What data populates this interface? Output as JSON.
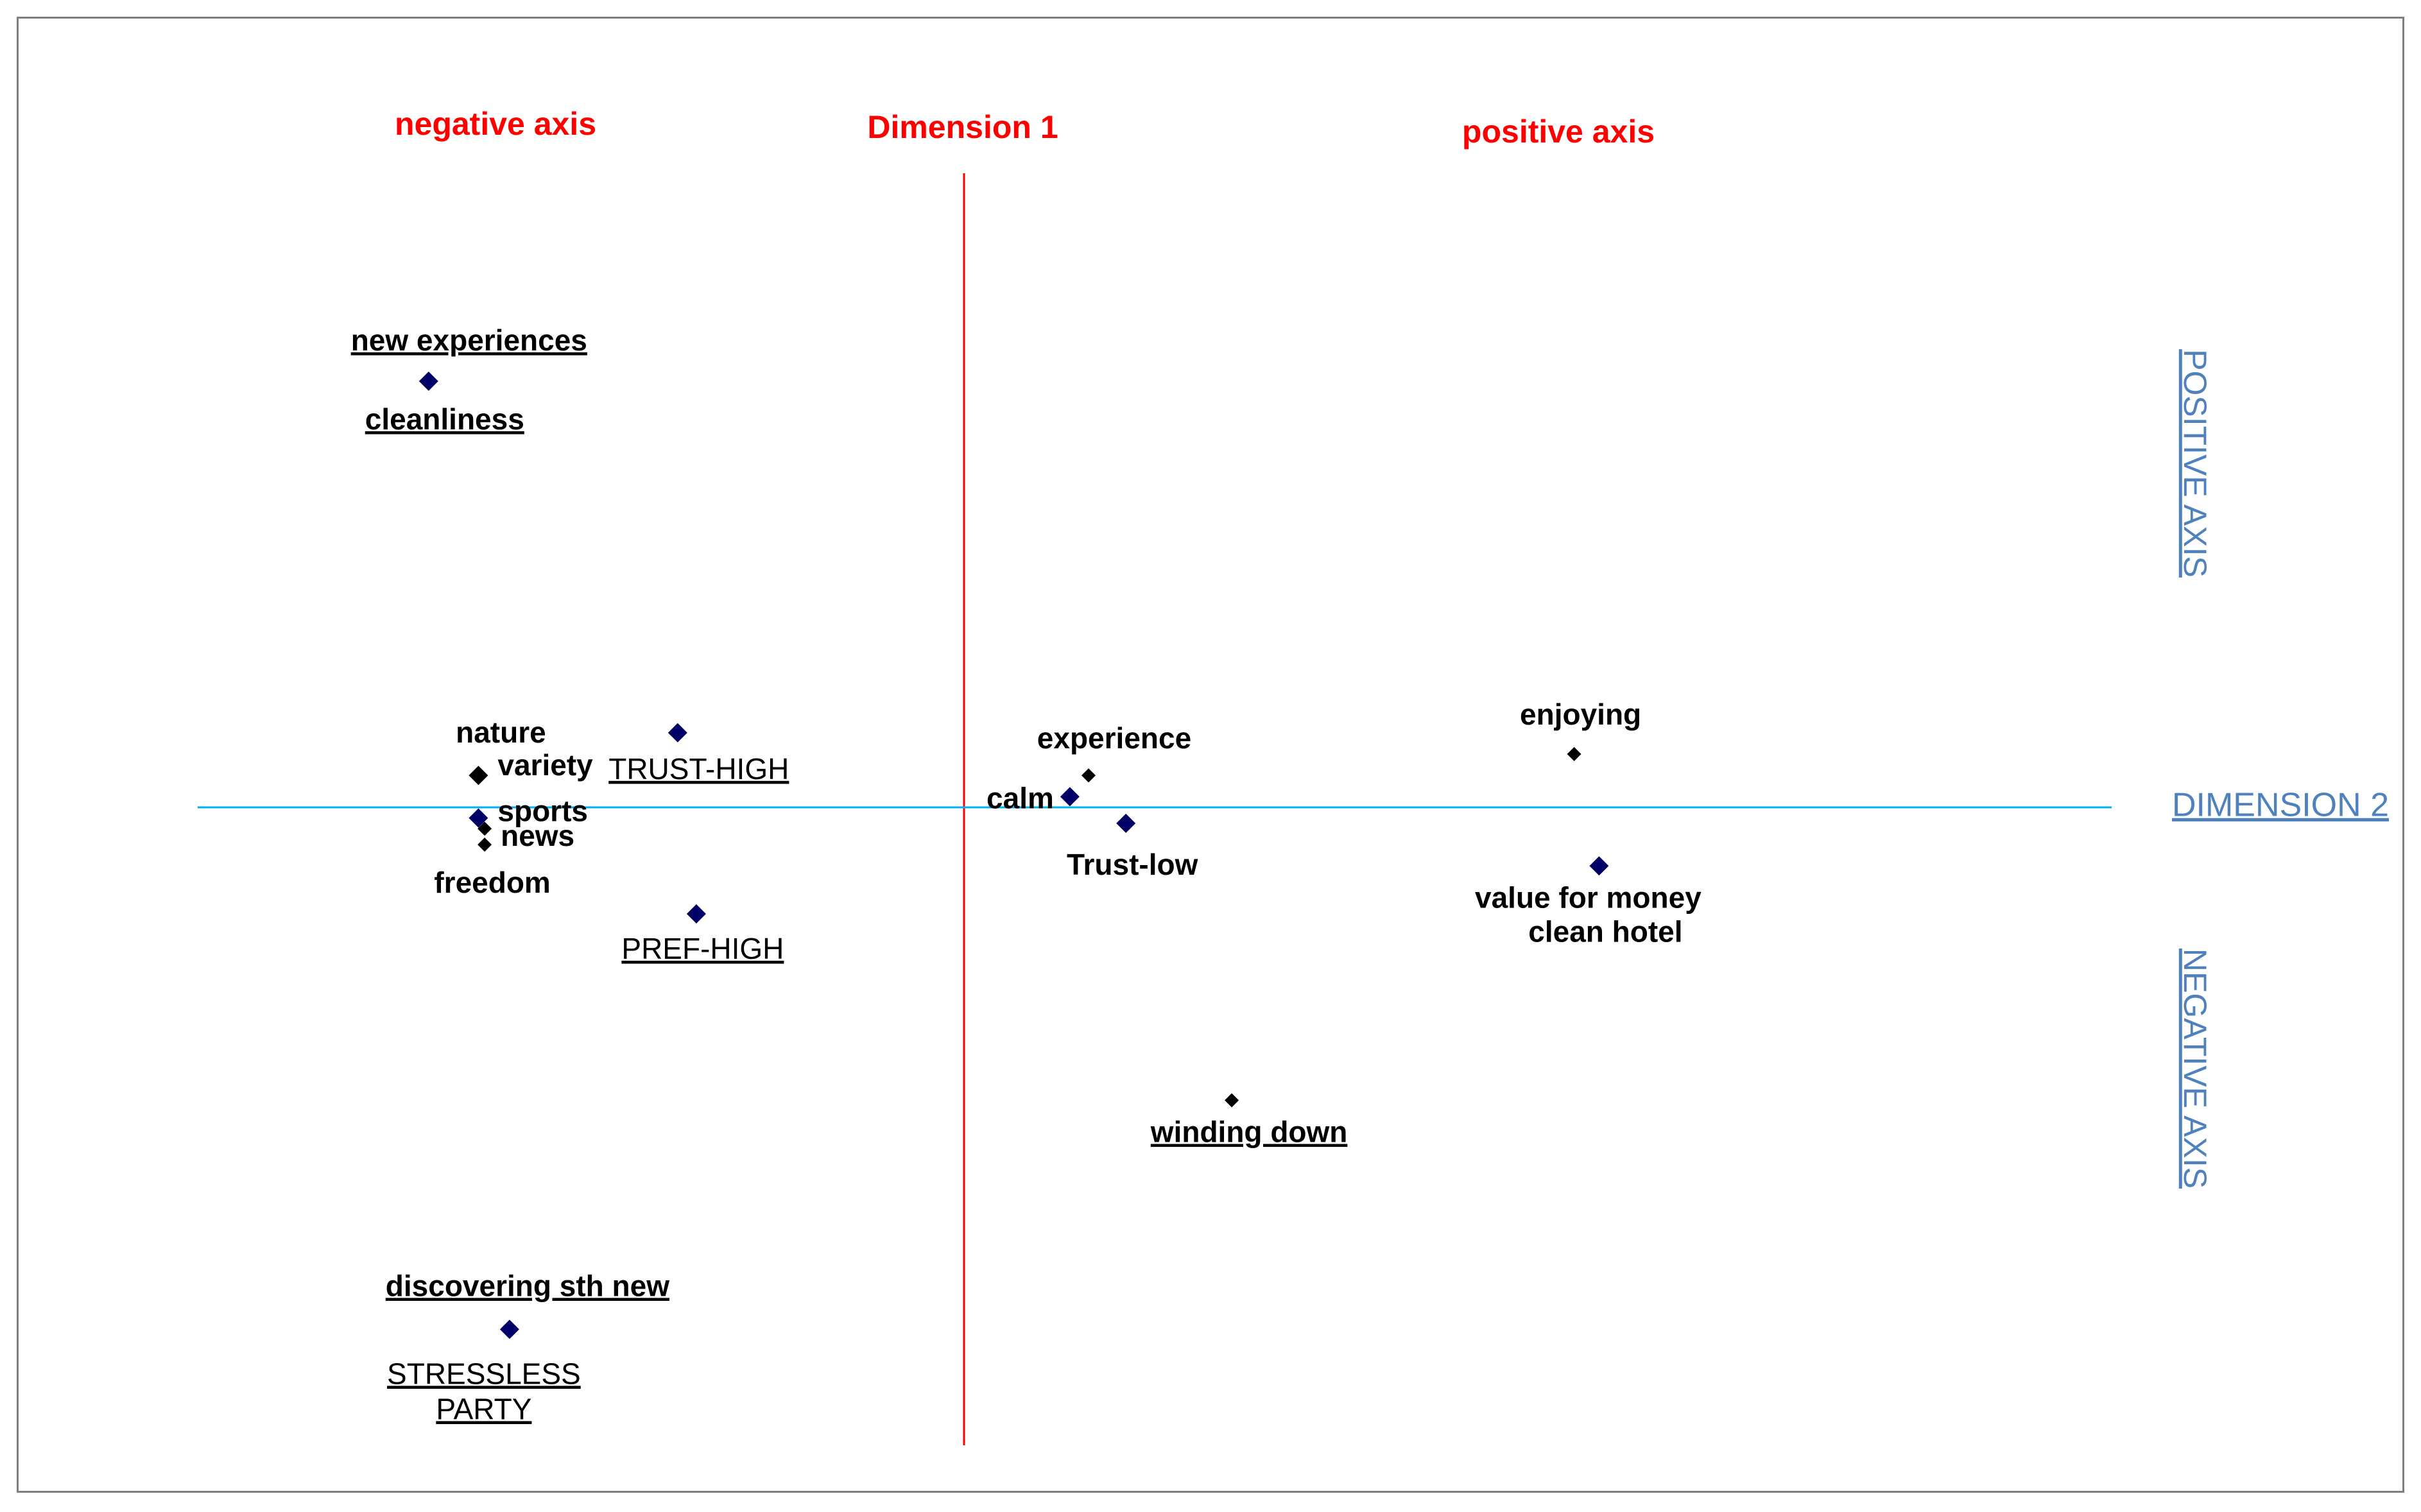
{
  "chart_data": {
    "type": "scatter",
    "title": "",
    "xlabel": "Dimension 1",
    "ylabel": "DIMENSION 2",
    "x_axis_ends": {
      "negative": "negative axis",
      "positive": "positive axis"
    },
    "y_axis_ends": {
      "positive": "POSITIVE AXIS",
      "negative": "NEGATIVE AXIS"
    },
    "xlim": [
      -1.0,
      1.2
    ],
    "ylim": [
      -1.0,
      1.0
    ],
    "grid": false,
    "colors": {
      "x_axis": "#ff0000",
      "y_axis": "#00b0f0",
      "y_axis_text": "#4f81bd",
      "axis_titles": "#ff0000",
      "marker_navy": "#000066",
      "marker_black": "#000000",
      "label": "#000000"
    },
    "points": [
      {
        "id": "p1",
        "x": -0.86,
        "y": 0.8,
        "labels": [
          "new experiences",
          "cleanliness"
        ],
        "color": "#000066"
      },
      {
        "id": "p2",
        "x": -0.78,
        "y": 0.06,
        "labels": [
          "nature",
          "variety"
        ],
        "color": "#000000"
      },
      {
        "id": "p3",
        "x": -0.78,
        "y": -0.02,
        "labels": [
          "sports"
        ],
        "color": "#000066"
      },
      {
        "id": "p4",
        "x": -0.77,
        "y": -0.04,
        "labels": [
          "news"
        ],
        "color": "#000000"
      },
      {
        "id": "p5",
        "x": -0.77,
        "y": -0.07,
        "labels": [
          "freedom"
        ],
        "color": "#000000"
      },
      {
        "id": "p6",
        "x": -0.73,
        "y": -0.98,
        "labels": [
          "discovering sth new",
          "STRESSLESS",
          "PARTY"
        ],
        "color": "#000066"
      },
      {
        "id": "p7",
        "x": -0.46,
        "y": 0.14,
        "labels": [
          "TRUST-HIGH"
        ],
        "color": "#000066"
      },
      {
        "id": "p8",
        "x": -0.43,
        "y": -0.2,
        "labels": [
          "PREF-HIGH"
        ],
        "color": "#000066"
      },
      {
        "id": "p9",
        "x": 0.2,
        "y": 0.06,
        "labels": [
          "experience"
        ],
        "color": "#000000"
      },
      {
        "id": "p10",
        "x": 0.17,
        "y": 0.02,
        "labels": [
          "calm"
        ],
        "color": "#000066"
      },
      {
        "id": "p11",
        "x": 0.26,
        "y": -0.03,
        "labels": [
          "Trust-low"
        ],
        "color": "#000066"
      },
      {
        "id": "p12",
        "x": 0.43,
        "y": -0.55,
        "labels": [
          "winding down"
        ],
        "color": "#000000"
      },
      {
        "id": "p13",
        "x": 0.98,
        "y": 0.1,
        "labels": [
          "enjoying"
        ],
        "color": "#000000"
      },
      {
        "id": "p14",
        "x": 1.02,
        "y": -0.11,
        "labels": [
          "value for money",
          "clean hotel"
        ],
        "color": "#000066"
      }
    ]
  }
}
